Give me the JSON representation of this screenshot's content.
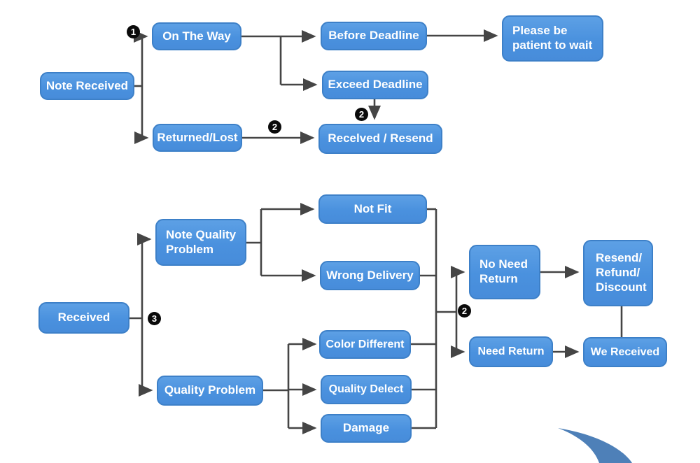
{
  "diagram": {
    "type": "flowchart",
    "background": "#ffffff"
  },
  "colors": {
    "node_fill": "#4a91de",
    "node_fill_top": "#5da0e5",
    "node_border": "#3d80c8",
    "node_text": "#ffffff",
    "connector": "#454545",
    "marker_bg": "#0a0a0a",
    "marker_text": "#ffffff",
    "swoosh": "#4e80b8"
  },
  "markers": {
    "step1": "1",
    "step2": "2",
    "step3": "3"
  },
  "nodes": {
    "note_received": {
      "label": "Note Received"
    },
    "on_the_way": {
      "label": "On The Way"
    },
    "returned_lost": {
      "label": "Returned/Lost"
    },
    "before_deadline": {
      "label": "Before Deadline"
    },
    "please_wait": {
      "label": "Please be\npatient to wait"
    },
    "exceed_deadline": {
      "label": "Exceed Deadline"
    },
    "received_resend": {
      "label": "Recelved / Resend"
    },
    "received": {
      "label": "Received"
    },
    "note_quality_problem": {
      "label": "Note Quality\nProblem"
    },
    "quality_problem": {
      "label": "Quality Problem"
    },
    "not_fit": {
      "label": "Not Fit"
    },
    "wrong_delivery": {
      "label": "Wrong Delivery"
    },
    "color_different": {
      "label": "Color Different"
    },
    "quality_delect": {
      "label": "Quality Delect"
    },
    "damage": {
      "label": "Damage"
    },
    "no_need_return": {
      "label": "No Need\nReturn"
    },
    "need_return": {
      "label": "Need Return"
    },
    "resend_refund_discount": {
      "label": "Resend/\nRefund/\nDiscount"
    },
    "we_received": {
      "label": "We Received"
    }
  },
  "edges": [
    {
      "from": "note_received",
      "to": "on_the_way",
      "marker": "step1"
    },
    {
      "from": "note_received",
      "to": "returned_lost"
    },
    {
      "from": "on_the_way",
      "to": "before_deadline"
    },
    {
      "from": "on_the_way",
      "to": "exceed_deadline"
    },
    {
      "from": "before_deadline",
      "to": "please_wait"
    },
    {
      "from": "exceed_deadline",
      "to": "received_resend",
      "marker": "step2"
    },
    {
      "from": "returned_lost",
      "to": "received_resend",
      "marker": "step2"
    },
    {
      "from": "received",
      "to": "note_quality_problem",
      "marker": "step3"
    },
    {
      "from": "received",
      "to": "quality_problem",
      "marker": "step3"
    },
    {
      "from": "note_quality_problem",
      "to": "not_fit"
    },
    {
      "from": "note_quality_problem",
      "to": "wrong_delivery"
    },
    {
      "from": "quality_problem",
      "to": "color_different"
    },
    {
      "from": "quality_problem",
      "to": "quality_delect"
    },
    {
      "from": "quality_problem",
      "to": "damage"
    },
    {
      "merge_inputs": [
        "not_fit",
        "wrong_delivery",
        "color_different",
        "quality_delect",
        "damage"
      ],
      "merge_outputs": [
        "no_need_return",
        "need_return"
      ],
      "marker": "step2"
    },
    {
      "from": "no_need_return",
      "to": "resend_refund_discount"
    },
    {
      "from": "need_return",
      "to": "we_received"
    },
    {
      "from": "resend_refund_discount",
      "to": "we_received"
    }
  ]
}
